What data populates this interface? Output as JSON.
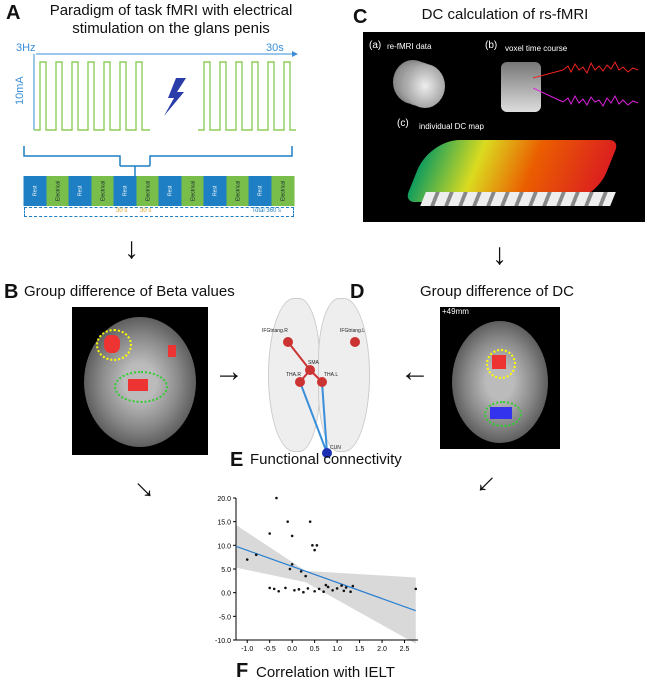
{
  "panelA": {
    "letter": "A",
    "title_line1": "Paradigm of task fMRI with electrical",
    "title_line2": "stimulation on the glans penis",
    "freq": "3Hz",
    "duration": "30s",
    "amplitude": "10mA",
    "blocks": [
      "Rest",
      "Electrical",
      "Rest",
      "Electrical",
      "Rest",
      "Electrical",
      "Rest",
      "Electrical",
      "Rest",
      "Electrical",
      "Rest",
      "Electrical"
    ],
    "rest_dur": "30 s",
    "elec_dur": "30 s",
    "total": "Total 360 s"
  },
  "panelB": {
    "letter": "B",
    "title": "Group difference of Beta values"
  },
  "panelC": {
    "letter": "C",
    "title": "DC calculation of rs-fMRI",
    "sub_a_tag": "(a)",
    "sub_a": "re-fMRI data",
    "sub_b_tag": "(b)",
    "sub_b": "voxel time course",
    "sub_c_tag": "(c)",
    "sub_c": "individual DC map"
  },
  "panelD": {
    "letter": "D",
    "title": "Group difference of DC",
    "slice": "+49mm"
  },
  "panelE": {
    "letter": "E",
    "title": "Functional connectivity",
    "nodes": [
      "IFGtriang.R",
      "IFGtriang.L",
      "SMA",
      "THA.R",
      "THA.L",
      "CUN"
    ]
  },
  "panelF": {
    "letter": "F",
    "title": "Correlation with IELT",
    "chart_data": {
      "type": "scatter",
      "x_ticks": [
        "-1.0",
        "-0.5",
        "0.0",
        "0.5",
        "1.0",
        "1.5",
        "2.0",
        "2.5"
      ],
      "y_ticks": [
        "20.0",
        "15.0",
        "10.0",
        "5.0",
        "0.0",
        "-5.0",
        "-10.0"
      ],
      "xlim": [
        -1.25,
        2.8
      ],
      "ylim": [
        -10,
        20
      ],
      "fit_line": {
        "x": [
          -1.25,
          2.75
        ],
        "y": [
          9.8,
          -3.8
        ]
      },
      "points": [
        [
          -0.35,
          20
        ],
        [
          -0.1,
          15
        ],
        [
          0.4,
          15
        ],
        [
          -0.5,
          12.5
        ],
        [
          0.0,
          12
        ],
        [
          0.45,
          10
        ],
        [
          0.5,
          9
        ],
        [
          -0.8,
          8
        ],
        [
          -1.0,
          7
        ],
        [
          0.55,
          10
        ],
        [
          0.0,
          6
        ],
        [
          -0.05,
          5
        ],
        [
          0.2,
          4.5
        ],
        [
          0.3,
          3.5
        ],
        [
          -0.5,
          1
        ],
        [
          -0.4,
          0.8
        ],
        [
          -0.15,
          1
        ],
        [
          0.05,
          0.5
        ],
        [
          0.15,
          0.7
        ],
        [
          0.35,
          0.9
        ],
        [
          0.5,
          0.3
        ],
        [
          0.6,
          0.8
        ],
        [
          0.7,
          0.2
        ],
        [
          0.8,
          1.2
        ],
        [
          0.9,
          0.5
        ],
        [
          1.0,
          0.9
        ],
        [
          1.1,
          1.5
        ],
        [
          1.15,
          0.4
        ],
        [
          1.2,
          1.1
        ],
        [
          1.3,
          0.2
        ],
        [
          1.35,
          1.4
        ],
        [
          -0.3,
          0.3
        ],
        [
          0.25,
          0.1
        ],
        [
          0.75,
          1.6
        ],
        [
          2.75,
          0.8
        ]
      ]
    }
  },
  "colors": {
    "rest": "#1f7fc4",
    "electrical": "#79bd4a",
    "stim": "#8fce5a",
    "timing": "#e0a020",
    "axis_blue": "#3a8fd8"
  }
}
